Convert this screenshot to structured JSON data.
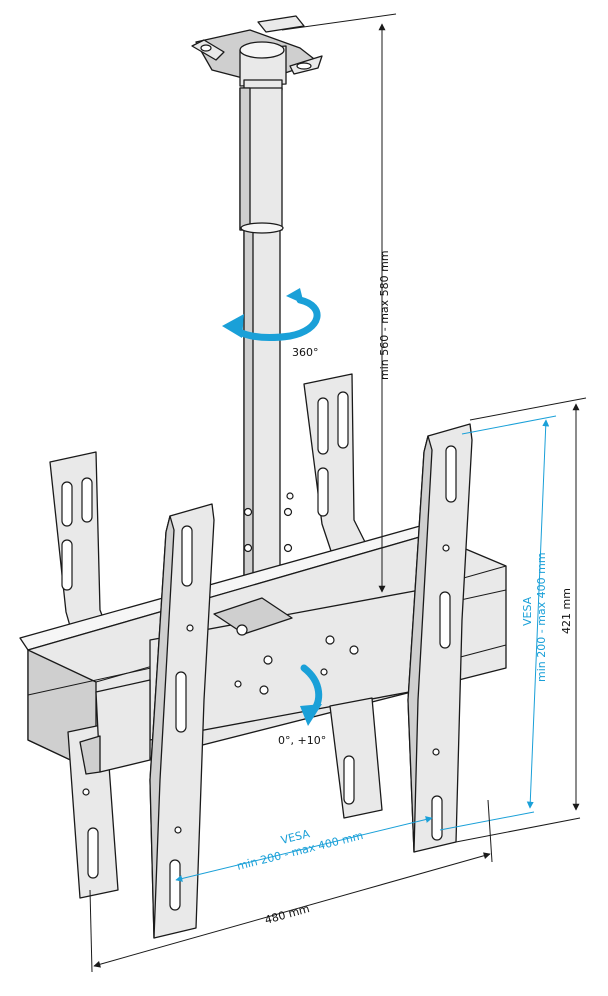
{
  "labels": {
    "pole_height": "min 560 - max 580 mm",
    "rotation": "360°",
    "tilt": "0°, +10°",
    "vesa_v_title": "VESA",
    "vesa_v_range": "min 200 - max 400 mm",
    "vesa_h_title": "VESA",
    "vesa_h_range": "min 200 - max 400 mm",
    "height_total": "421 mm",
    "width_total": "480 mm"
  },
  "colors": {
    "accent_blue": "#1aa0d8",
    "line": "#1a1a1a",
    "metal": "#e9e9e9"
  }
}
